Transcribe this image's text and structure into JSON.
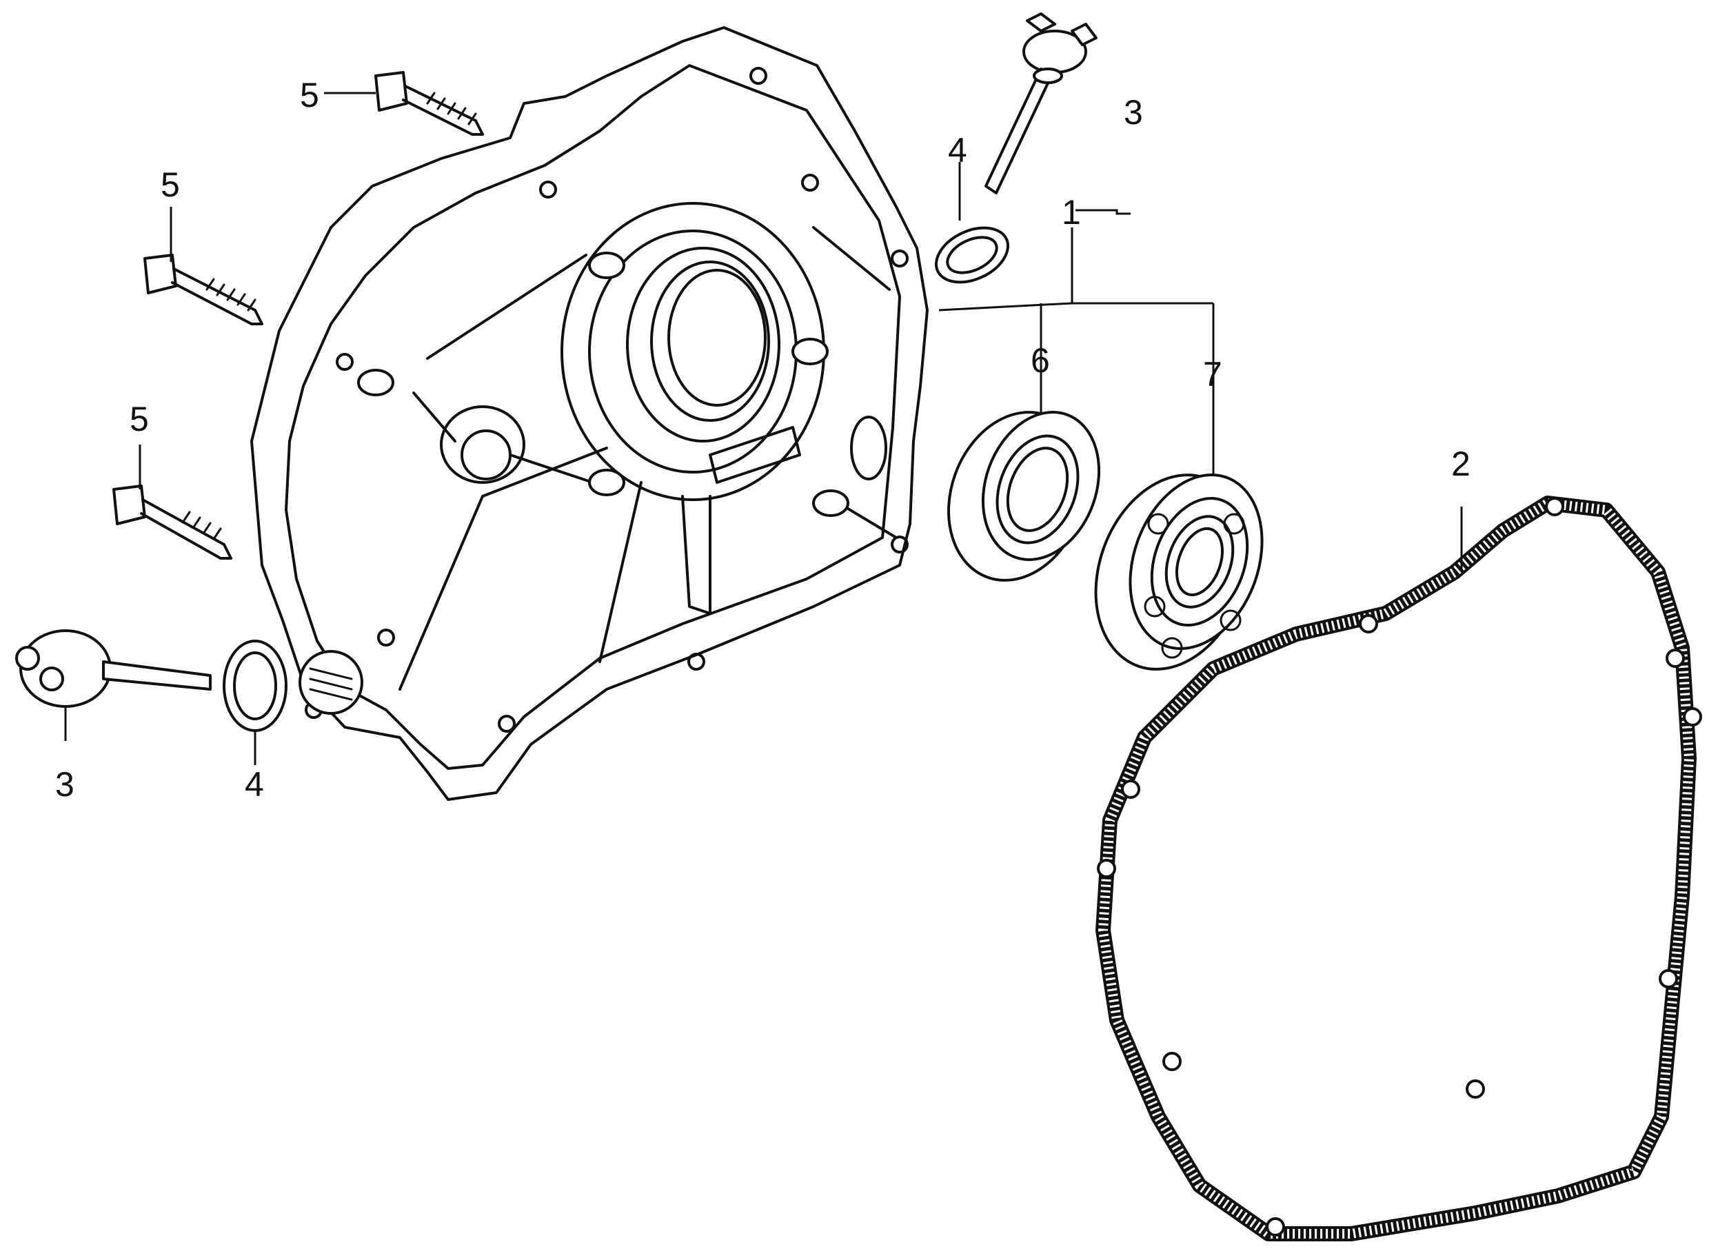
{
  "callouts": {
    "c1": "1",
    "c2": "2",
    "c3_top": "3",
    "c3_bottom": "3",
    "c4_top": "4",
    "c4_bottom": "4",
    "c5_a": "5",
    "c5_b": "5",
    "c5_c": "5",
    "c6": "6",
    "c7": "7"
  },
  "colors": {
    "ink": "#111111",
    "paper": "#ffffff"
  }
}
